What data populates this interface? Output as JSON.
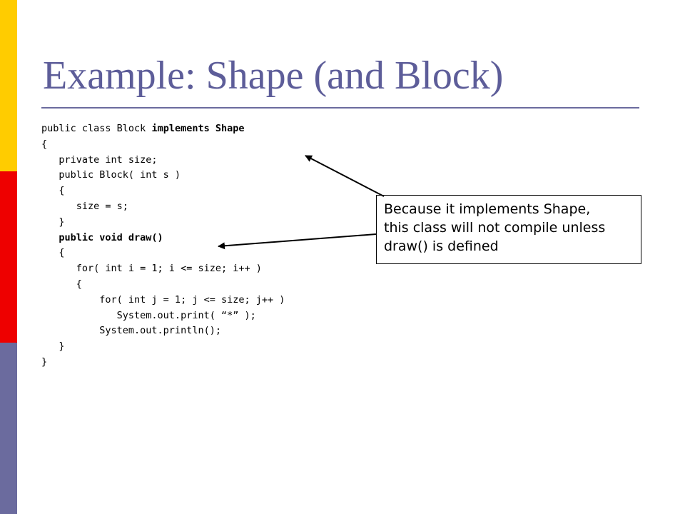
{
  "title": "Example: Shape (and Block)",
  "code_lines": [
    {
      "pre": "public class Block ",
      "bold": "implements Shape",
      "post": ""
    },
    {
      "pre": "{",
      "bold": "",
      "post": ""
    },
    {
      "pre": "   private int size;",
      "bold": "",
      "post": ""
    },
    {
      "pre": "   public Block( int s )",
      "bold": "",
      "post": ""
    },
    {
      "pre": "   {",
      "bold": "",
      "post": ""
    },
    {
      "pre": "      size = s;",
      "bold": "",
      "post": ""
    },
    {
      "pre": "   }",
      "bold": "",
      "post": ""
    },
    {
      "pre": "   ",
      "bold": "public void draw()",
      "post": ""
    },
    {
      "pre": "   {",
      "bold": "",
      "post": ""
    },
    {
      "pre": "      for( int i = 1; i <= size; i++ )",
      "bold": "",
      "post": ""
    },
    {
      "pre": "      {",
      "bold": "",
      "post": ""
    },
    {
      "pre": "          for( int j = 1; j <= size; j++ )",
      "bold": "",
      "post": ""
    },
    {
      "pre": "             System.out.print( “*” );",
      "bold": "",
      "post": ""
    },
    {
      "pre": "          System.out.println();",
      "bold": "",
      "post": ""
    },
    {
      "pre": "   }",
      "bold": "",
      "post": ""
    },
    {
      "pre": "}",
      "bold": "",
      "post": ""
    }
  ],
  "callout": {
    "lines": [
      "Because it implements Shape,",
      "this class will not compile unless",
      "draw() is defined"
    ]
  },
  "colors": {
    "title": "#5d5d99",
    "bar_yellow": "#ffcc00",
    "bar_red": "#ee0000",
    "bar_purple": "#6b6b9e"
  }
}
